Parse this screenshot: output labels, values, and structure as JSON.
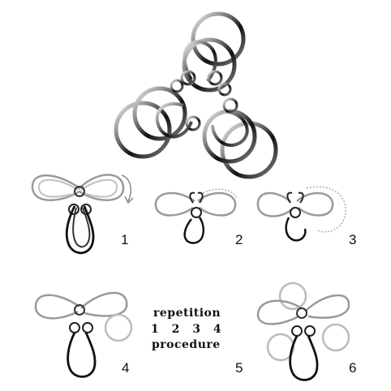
{
  "steps": [
    {
      "number": "1"
    },
    {
      "number": "2"
    },
    {
      "number": "3"
    },
    {
      "number": "4"
    },
    {
      "number": "5"
    },
    {
      "number": "6"
    }
  ],
  "note": {
    "line1": "repetition",
    "line2": "1 2 3 4",
    "line3": "procedure"
  },
  "colors": {
    "metal_dark": "#1a1a1a",
    "metal_light": "#9a9a9a",
    "metal_faint": "#bcbcbc",
    "arrow": "#888888"
  }
}
